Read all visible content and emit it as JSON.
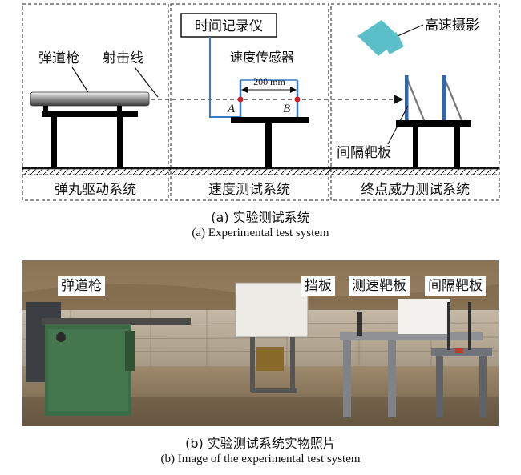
{
  "part_a": {
    "panels": {
      "drive": "弹丸驱动系统",
      "velocity": "速度测试系统",
      "terminal": "终点威力测试系统"
    },
    "labels": {
      "gun": "弹道枪",
      "line_of_fire": "射击线",
      "timer": "时间记录仪",
      "speed_sensor": "速度传感器",
      "spacing": "200 mm",
      "point_a": "A",
      "point_b": "B",
      "high_speed_camera": "高速摄影",
      "spaced_targets": "间隔靶板"
    },
    "caption_cn": "(a) 实验测试系统",
    "caption_en": "(a) Experimental test system"
  },
  "part_b": {
    "labels": {
      "gun": "弹道枪",
      "baffle": "挡板",
      "speed_target": "测速靶板",
      "spaced_target": "间隔靶板"
    },
    "caption_cn": "(b) 实验测试系统实物照片",
    "caption_en": "(b) Image of the experimental test system"
  },
  "colors": {
    "sensor_blue": "#3a78c8",
    "camera_teal": "#5bbfc9",
    "sensor_dot": "#cc2222",
    "gun_green": "#3d6b45"
  }
}
